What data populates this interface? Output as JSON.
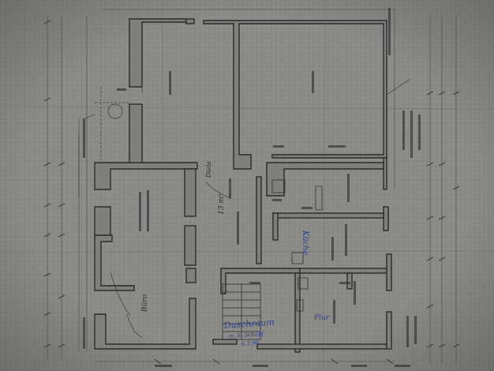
{
  "colors": {
    "paper": "#8a8a86",
    "paper_dark": "#6f6f6c",
    "wall_line": "#2b2b2d",
    "dimension_line": "#444447",
    "blue_ink": "#2f3f8f"
  },
  "rooms": {
    "duschraum": {
      "label": "Duschraum",
      "sub": "m. k. Schöpf",
      "date": "6.3.96"
    },
    "kuche": {
      "label": "Küche"
    },
    "flur": {
      "label": "Flur"
    }
  },
  "pencil_notes": {
    "center_area": "13 m²",
    "center_note": "Diele",
    "left_note": "Büro"
  }
}
